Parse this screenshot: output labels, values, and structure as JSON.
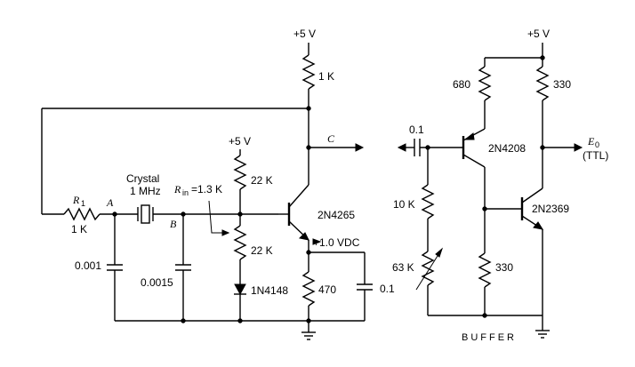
{
  "oscillator": {
    "supply_main": "+5 V",
    "supply_bias": "+5 V",
    "r1_designator": "R",
    "r1_subscript": "1",
    "r1_value": "1 K",
    "node_a": "A",
    "node_b": "B",
    "node_c": "C",
    "crystal_name": "Crystal",
    "crystal_freq": "1 MHz",
    "rin_symbol": "R",
    "rin_subscript": "in",
    "rin_value": " =1.3 K",
    "collector_resistor": "1 K",
    "bias_upper": "22 K",
    "bias_lower": "22 K",
    "diode": "1N4148",
    "transistor": "2N4265",
    "emitter_voltage": "+1.0 VDC",
    "emitter_resistor": "470",
    "emitter_cap": "0.1",
    "cap_a": "0.001",
    "cap_b": "0.0015"
  },
  "buffer": {
    "supply": "+5 V",
    "input_cap": "0.1",
    "r_680": "680",
    "r_330_top": "330",
    "r_10k": "10 K",
    "pot": "63 K",
    "r_330_bottom": "330",
    "q_pnp": "2N4208",
    "q_npn": "2N2369",
    "output_symbol": "E",
    "output_subscript": "0",
    "output_type": "(TTL)",
    "label": "BUFFER"
  }
}
